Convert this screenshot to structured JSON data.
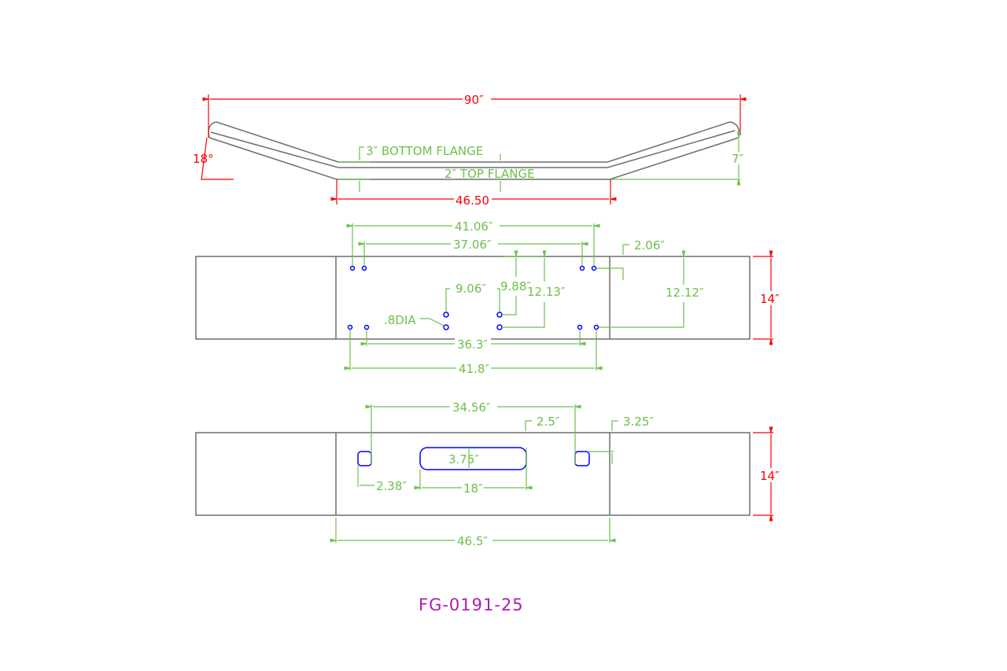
{
  "drawing": {
    "part_number": "FG-0191-25",
    "side_view": {
      "overall_width": "90″",
      "angle": "18°",
      "height": "7″",
      "center_width": "46.50",
      "bottom_flange": "3″ BOTTOM FLANGE",
      "top_flange": "2″ TOP FLANGE"
    },
    "hole_view": {
      "dim_top_outer": "41.06″",
      "dim_top_inner": "37.06″",
      "dim_edge": "2.06″",
      "dim_9_06": "9.06″",
      "dim_9_88": "9.88″",
      "dim_12_13": "12.13″",
      "dim_12_12": "12.12″",
      "hole_dia": ".8DIA",
      "dim_bottom_inner": "36.3″",
      "dim_bottom_outer": "41.8″",
      "height": "14″"
    },
    "slot_view": {
      "dim_34_56": "34.56″",
      "dim_2_5": "2.5″",
      "dim_3_25": "3.25″",
      "slot_height": "3.75″",
      "slot_length": "18″",
      "dim_2_38": "2.38″",
      "center_width": "46.5″",
      "height": "14″"
    },
    "colors": {
      "outline": "#6e6e6e",
      "dimension_red": "#ff0000",
      "dimension_green": "#6cc04a",
      "holes": "#0000ff",
      "title": "#b01cb0"
    }
  }
}
